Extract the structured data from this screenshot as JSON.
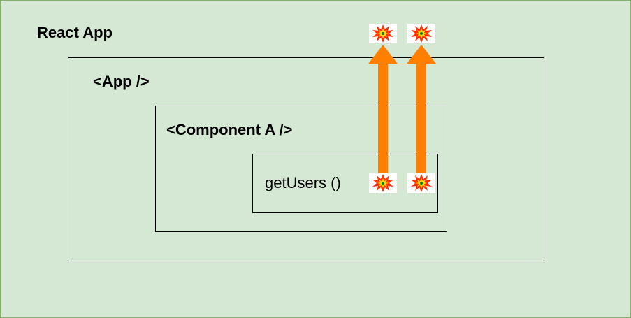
{
  "diagram": {
    "title": "React App",
    "app_label": "<App />",
    "component_label": "<Component A />",
    "function_label": "getUsers ()"
  },
  "icons": {
    "burst_icon": "explosion-burst",
    "arrow": "up-arrow"
  },
  "colors": {
    "background": "#d5e8d4",
    "background_border": "#82b366",
    "arrow": "#ff8000",
    "burst_outer": "#ff3300",
    "burst_inner": "#ffd700"
  }
}
